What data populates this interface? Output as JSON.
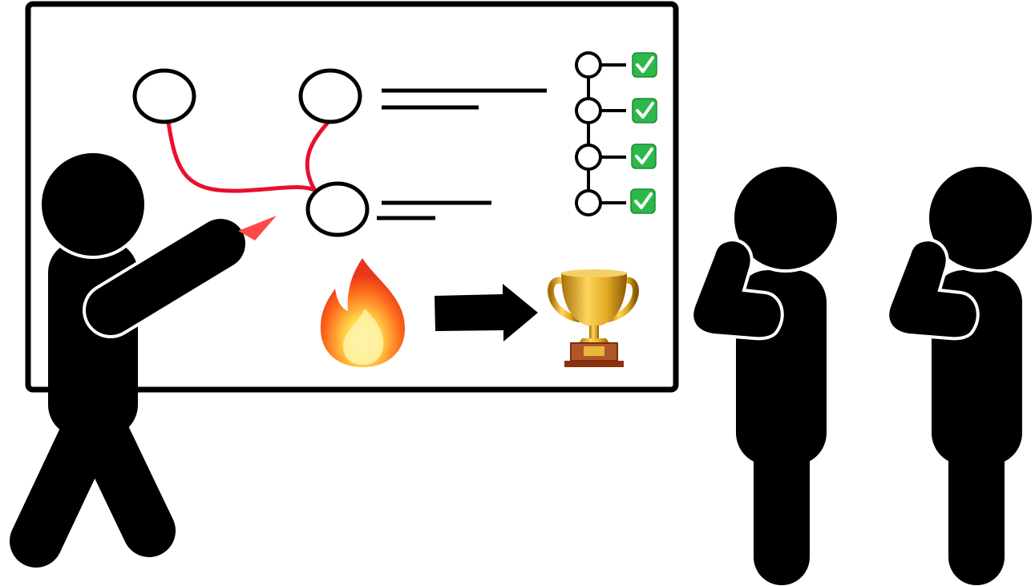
{
  "scene": {
    "description_icons": [
      "whiteboard",
      "presenter-figure",
      "audience-figure",
      "audience-figure",
      "fire-icon",
      "arrow-right-icon",
      "trophy-icon",
      "check-icon"
    ],
    "checklist_count_shown": 4
  },
  "colors": {
    "ink": "#000000",
    "paper": "#ffffff",
    "connector_red": "#e8102e",
    "marker_tip": "#ff4a4a",
    "check_green": "#2db84a",
    "fire_orange": "#ff6a1a",
    "fire_yellow": "#ffd54a",
    "trophy_gold": "#d9a21b",
    "trophy_base": "#9a3a12"
  }
}
